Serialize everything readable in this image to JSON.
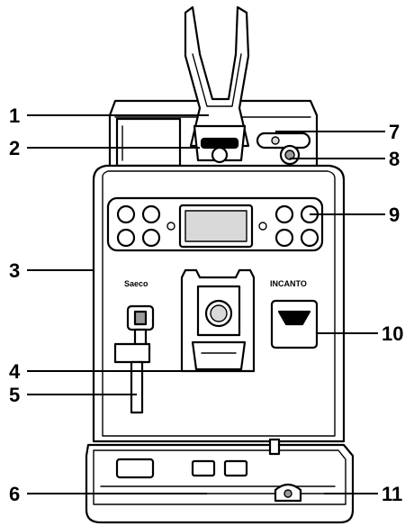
{
  "brand": {
    "left_logo": "Saeco",
    "right_logo": "INCANTO"
  },
  "callouts": [
    {
      "id": "1",
      "label": "1"
    },
    {
      "id": "2",
      "label": "2"
    },
    {
      "id": "3",
      "label": "3"
    },
    {
      "id": "4",
      "label": "4"
    },
    {
      "id": "5",
      "label": "5"
    },
    {
      "id": "6",
      "label": "6"
    },
    {
      "id": "7",
      "label": "7"
    },
    {
      "id": "8",
      "label": "8"
    },
    {
      "id": "9",
      "label": "9"
    },
    {
      "id": "10",
      "label": "10"
    },
    {
      "id": "11",
      "label": "11"
    }
  ],
  "colors": {
    "ink": "#000000",
    "paper": "#ffffff",
    "shade": "#d9d9d9"
  }
}
